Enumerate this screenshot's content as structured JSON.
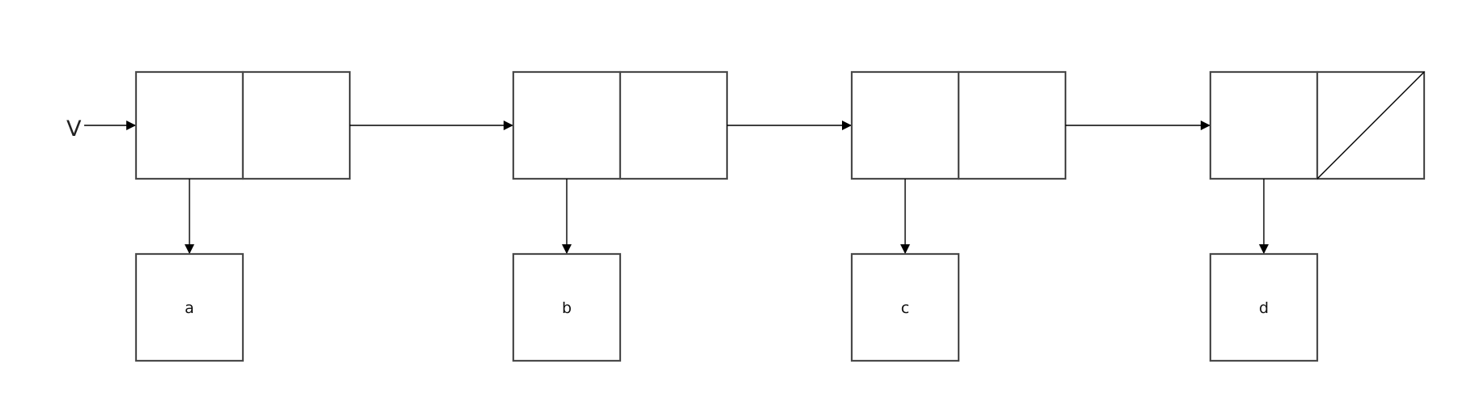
{
  "diagram": {
    "pointer_label": "V",
    "nodes": [
      {
        "value": "a",
        "is_last": false
      },
      {
        "value": "b",
        "is_last": false
      },
      {
        "value": "c",
        "is_last": false
      },
      {
        "value": "d",
        "is_last": true
      }
    ]
  }
}
